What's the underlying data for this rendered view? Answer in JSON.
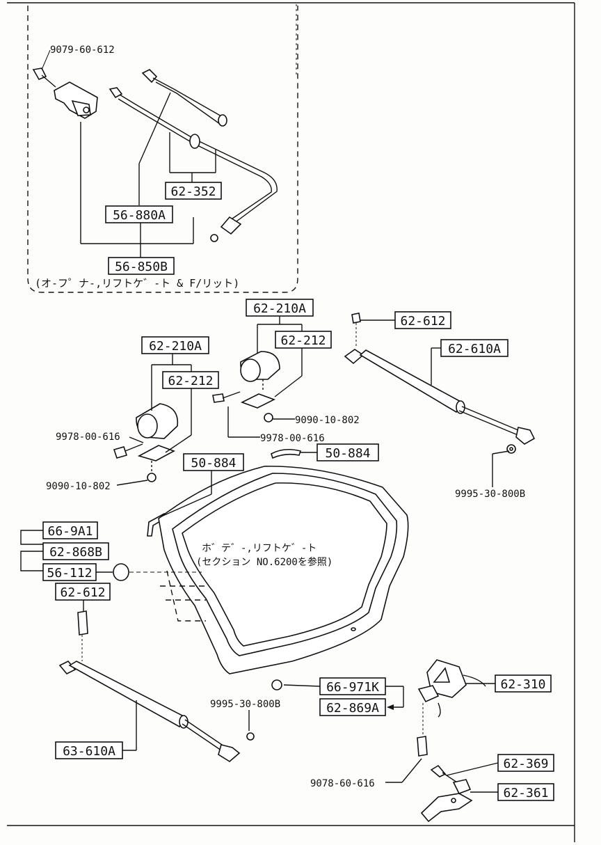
{
  "boxed_labels": {
    "p62_352": "62-352",
    "p56_880A": "56-880A",
    "p56_850B": "56-850B",
    "p62_210A_top": "62-210A",
    "p62_212_top": "62-212",
    "p62_612_top": "62-612",
    "p62_610A": "62-610A",
    "p62_210A_left": "62-210A",
    "p62_212_left": "62-212",
    "p50_884_right": "50-884",
    "p50_884_left": "50-884",
    "p66_9A1": "66-9A1",
    "p62_868B": "62-868B",
    "p56_112": "56-112",
    "p62_612_left": "62-612",
    "p63_610A": "63-610A",
    "p66_971K": "66-971K",
    "p62_869A": "62-869A",
    "p62_310": "62-310",
    "p62_369": "62-369",
    "p62_361": "62-361"
  },
  "plain_labels": {
    "b9079_60_612": "9079-60-612",
    "b9090_10_802_top": "9090-10-802",
    "b9978_00_616_top": "9978-00-616",
    "b9978_00_616_left": "9978-00-616",
    "b9090_10_802_left": "9090-10-802",
    "b9995_30_800B_right": "9995-30-800B",
    "b9995_30_800B_left": "9995-30-800B",
    "b9078_60_616": "9078-60-616"
  },
  "notes": {
    "opener_group": "(オ-フ゜ナ-,リフトケ゛-ト & F/リット)",
    "body_ref_line1": "ホ゛テ゛-,リフトケ゛-ト",
    "body_ref_line2": "(セクション NO.6200を参照)"
  }
}
